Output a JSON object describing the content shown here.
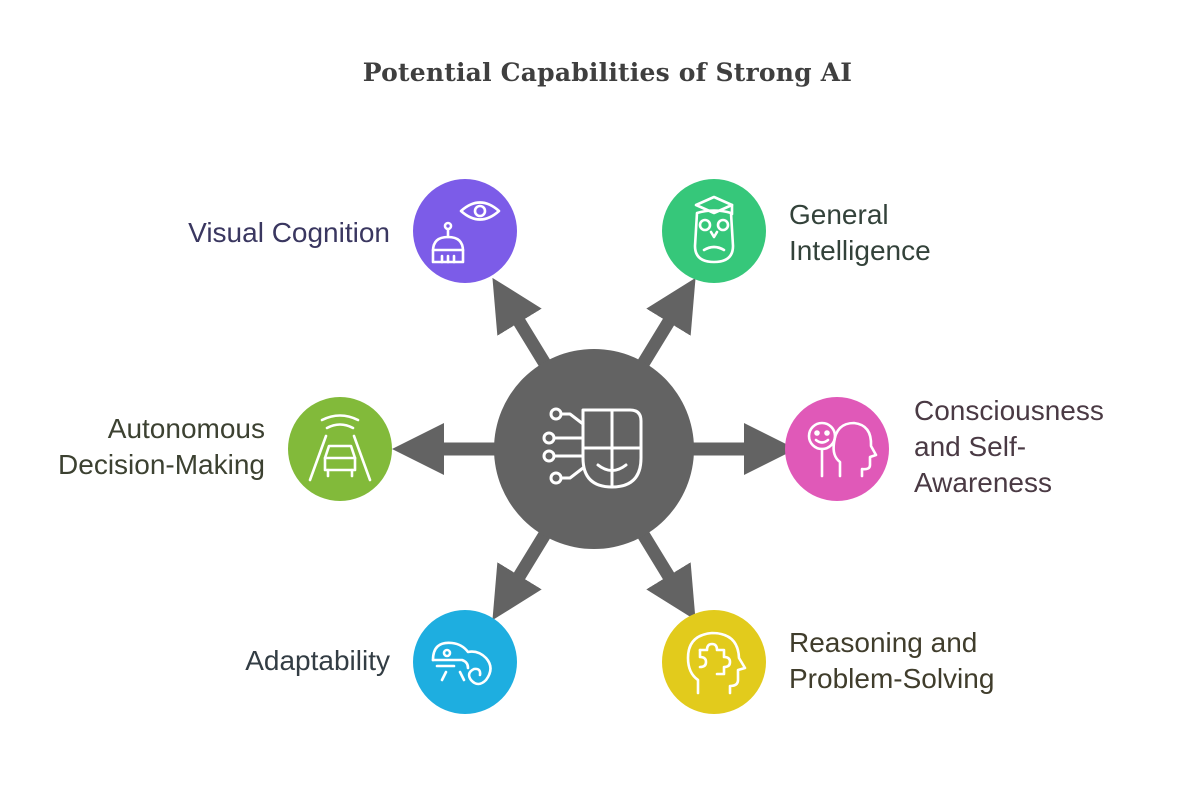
{
  "title": "Potential Capabilities of Strong AI",
  "center": {
    "icon": "ai-brain-circuit-icon",
    "color": "#636363"
  },
  "capabilities": [
    {
      "label": "Visual Cognition",
      "icon": "robot-eye-icon",
      "color": "#7c5ce8",
      "text_color": "#3a3760"
    },
    {
      "label": "General\nIntelligence",
      "icon": "owl-graduate-icon",
      "color": "#36c77a",
      "text_color": "#33423a"
    },
    {
      "label": "Autonomous\nDecision-Making",
      "icon": "self-driving-car-icon",
      "color": "#82ba3a",
      "text_color": "#3c4131"
    },
    {
      "label": "Consciousness\nand Self-\nAwareness",
      "icon": "self-awareness-head-icon",
      "color": "#e059b8",
      "text_color": "#4a3a44"
    },
    {
      "label": "Adaptability",
      "icon": "chameleon-icon",
      "color": "#1eaee0",
      "text_color": "#333d44"
    },
    {
      "label": "Reasoning and\nProblem-Solving",
      "icon": "puzzle-head-icon",
      "color": "#e2cb1c",
      "text_color": "#403d2c"
    }
  ]
}
